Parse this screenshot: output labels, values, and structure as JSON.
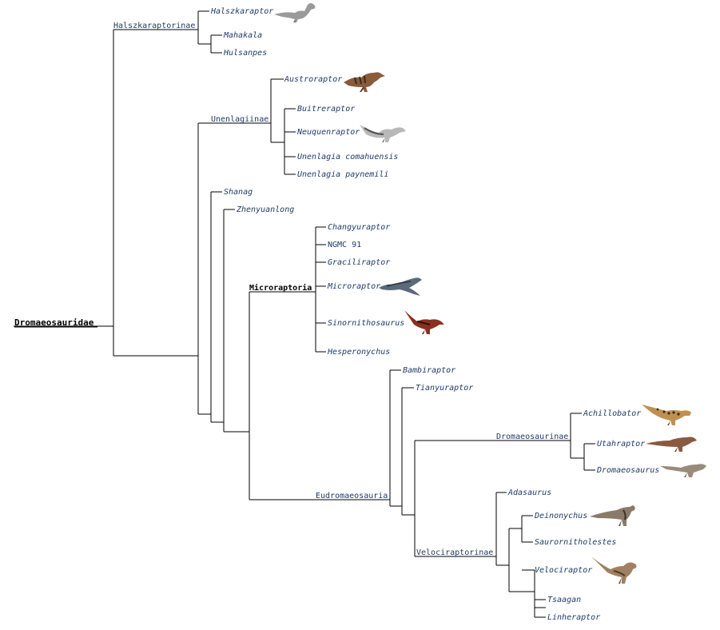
{
  "root": "Dromaeosauridae",
  "clades": {
    "halszkaraptorinae": "Halszkaraptorinae",
    "unenlagiinae": "Unenlagiinae",
    "microraptoria": "Microraptoria",
    "eudromaeosauria": "Eudromaeosauria",
    "dromaeosaurinae": "Dromaeosaurinae",
    "velociraptorinae": "Velociraptorinae"
  },
  "taxa": {
    "halszkaraptor": "Halszkaraptor",
    "mahakala": "Mahakala",
    "hulsanpes": "Hulsanpes",
    "austroraptor": "Austroraptor",
    "buitreraptor": "Buitreraptor",
    "neuquenraptor": "Neuquenraptor",
    "unenlagia_comahuensis": "Unenlagia comahuensis",
    "unenlagia_paynemili": "Unenlagia paynemili",
    "shanag": "Shanag",
    "zhenyuanlong": "Zhenyuanlong",
    "changyuraptor": "Changyuraptor",
    "ngmc91": "NGMC 91",
    "graciliraptor": "Graciliraptor",
    "microraptor": "Microraptor",
    "sinornithosaurus": "Sinornithosaurus",
    "hesperonychus": "Hesperonychus",
    "bambiraptor": "Bambiraptor",
    "tianyuraptor": "Tianyuraptor",
    "achillobator": "Achillobator",
    "utahraptor": "Utahraptor",
    "dromaeosaurus": "Dromaeosaurus",
    "adasaurus": "Adasaurus",
    "deinonychus": "Deinonychus",
    "saurornitholestes": "Saurornitholestes",
    "velociraptor": "Velociraptor",
    "tsaagan": "Tsaagan",
    "linheraptor": "Linheraptor"
  },
  "colors": {
    "line": "#000000",
    "label": "#1f3a66"
  },
  "illustrations": [
    "halszkaraptor-illustration",
    "austroraptor-illustration",
    "neuquenraptor-illustration",
    "microraptor-illustration",
    "sinornithosaurus-illustration",
    "achillobator-illustration",
    "utahraptor-illustration",
    "dromaeosaurus-illustration",
    "deinonychus-illustration",
    "velociraptor-illustration"
  ]
}
